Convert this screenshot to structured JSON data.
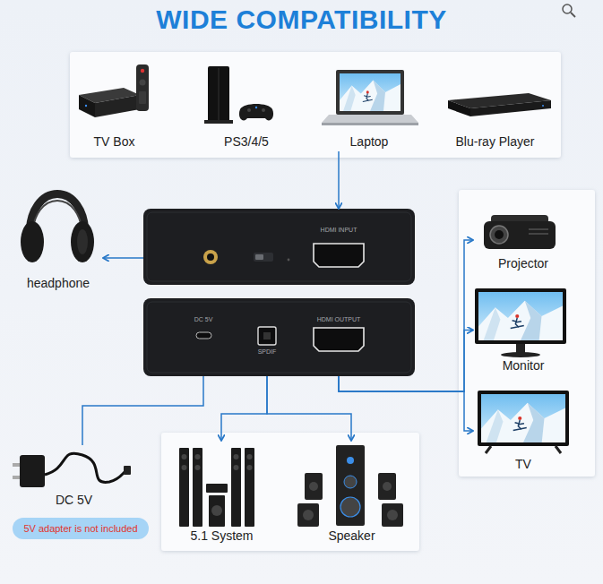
{
  "diagram": {
    "title": "WIDE COMPATIBILITY",
    "nodes": [
      {
        "text": [
          "TV Box"
        ]
      },
      {
        "text": [
          "PS3/4/5"
        ]
      },
      {
        "text": [
          "Laptop"
        ]
      },
      {
        "text": [
          "Blu-ray Player"
        ]
      },
      {
        "text": [
          "headphone"
        ]
      },
      {
        "text": [
          "HDMI INPUT"
        ]
      },
      {
        "text": [
          "DC 5V",
          "SPDIF",
          "HDMI OUTPUT"
        ]
      },
      {
        "text": [
          "Projector"
        ]
      },
      {
        "text": [
          "Monitor"
        ]
      },
      {
        "text": [
          "TV"
        ]
      },
      {
        "text": [
          "DC 5V"
        ]
      },
      {
        "text": [
          "5V adapter is not included"
        ]
      },
      {
        "text": [
          "5.1 System"
        ]
      },
      {
        "text": [
          "Speaker"
        ]
      }
    ],
    "edges": [
      {
        "from": 2,
        "to": 5,
        "arrow": "to"
      },
      {
        "from": 5,
        "to": 4,
        "arrow": "to"
      },
      {
        "from": 6,
        "to": 12,
        "arrow": "to"
      },
      {
        "from": 6,
        "to": 13,
        "arrow": "to"
      },
      {
        "from": 6,
        "to": 7,
        "arrow": "to"
      },
      {
        "from": 6,
        "to": 8,
        "arrow": "to"
      },
      {
        "from": 6,
        "to": 9,
        "arrow": "to"
      },
      {
        "from": 10,
        "to": 6,
        "arrow": "none"
      }
    ]
  }
}
